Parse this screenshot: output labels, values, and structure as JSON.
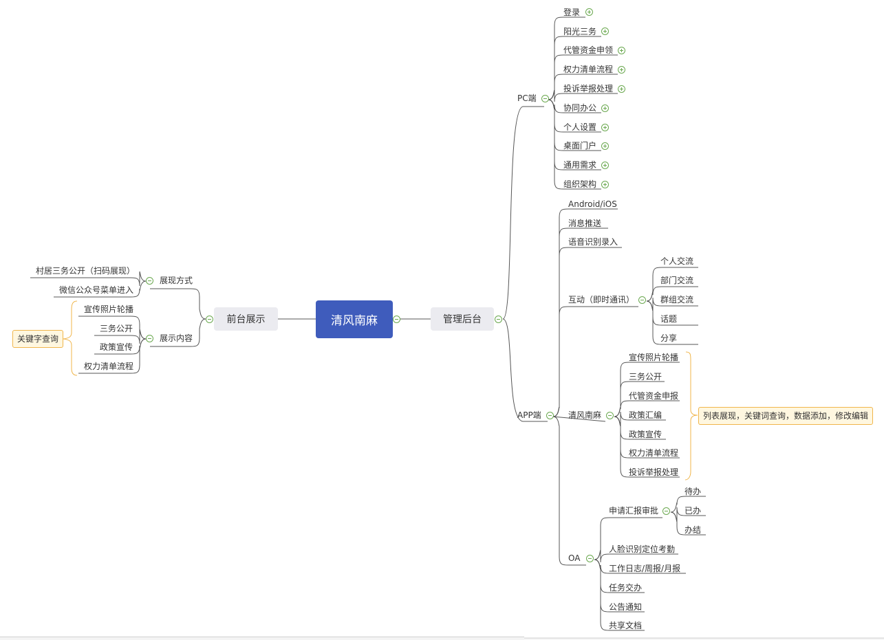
{
  "root": "清风南麻",
  "left": {
    "branch": "前台展示",
    "display_mode": {
      "label": "展现方式",
      "items": [
        "村居三务公开（扫码展现）",
        "微信公众号菜单进入"
      ]
    },
    "display_content": {
      "label": "展示内容",
      "items": [
        "宣传照片轮播",
        "三务公开",
        "政策宣传",
        "权力清单流程"
      ],
      "note": "关键字查询"
    }
  },
  "right": {
    "branch": "管理后台",
    "pc": {
      "label": "PC端",
      "items": [
        "登录",
        "阳光三务",
        "代管资金申领",
        "权力清单流程",
        "投诉举报处理",
        "协同办公",
        "个人设置",
        "桌面门户",
        "通用需求",
        "组织架构"
      ]
    },
    "app": {
      "label": "APP端",
      "android": "Android/iOS",
      "push": "消息推送",
      "voice": "语音识别录入",
      "interact": {
        "label": "互动（即时通讯）",
        "items": [
          "个人交流",
          "部门交流",
          "群组交流",
          "话题",
          "分享"
        ]
      },
      "qfnm": {
        "label": "清风南麻",
        "items": [
          "宣传照片轮播",
          "三务公开",
          "代管资金申报",
          "政策汇编",
          "政策宣传",
          "权力清单流程",
          "投诉举报处理"
        ],
        "note": "列表展现，关键词查询，数据添加，修改编辑"
      },
      "oa": {
        "label": "OA",
        "approval": {
          "label": "申请汇报审批",
          "items": [
            "待办",
            "已办",
            "办结"
          ]
        },
        "items": [
          "人脸识别定位考勤",
          "工作日志/周报/月报",
          "任务交办",
          "公告通知",
          "共享文档"
        ]
      }
    }
  }
}
